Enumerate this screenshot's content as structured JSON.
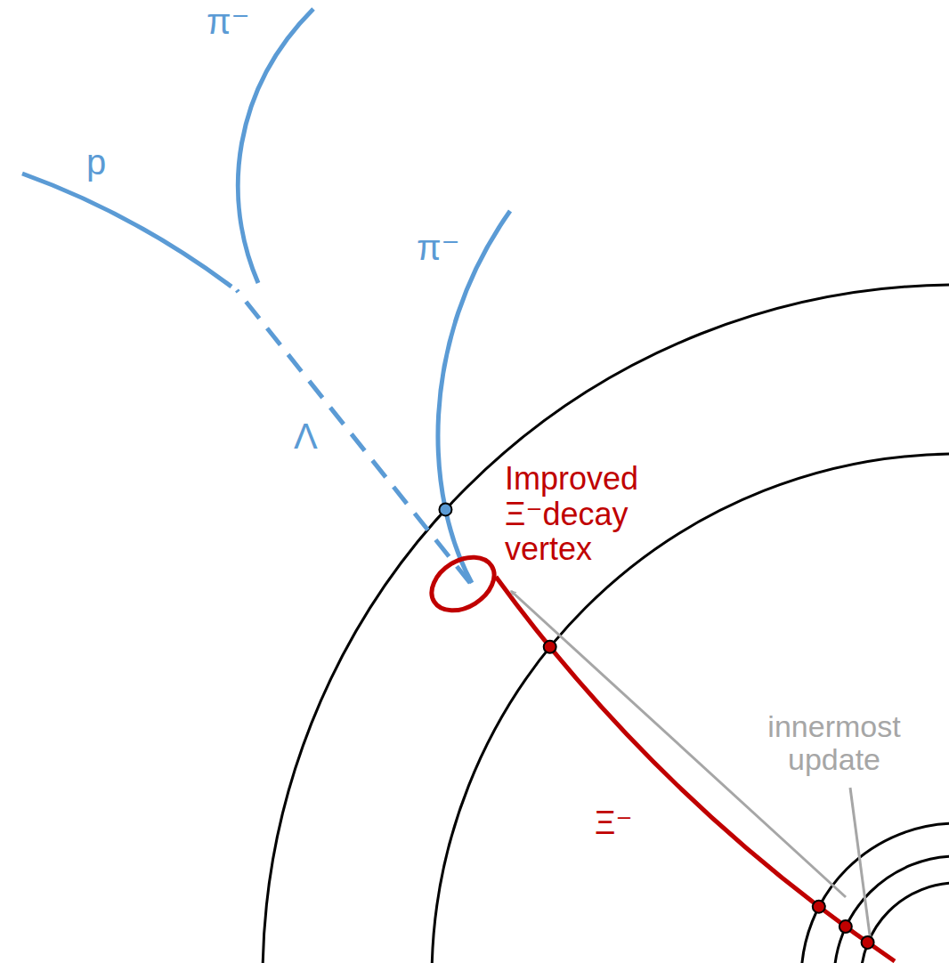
{
  "diagram": {
    "labels": [
      "π⁻",
      "p",
      "π⁻",
      "Λ",
      "Improved Ξ⁻decay vertex",
      "Ξ⁻",
      "innermost update"
    ]
  }
}
